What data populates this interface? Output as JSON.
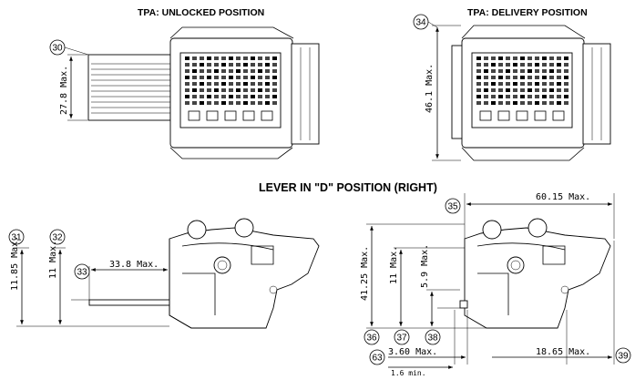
{
  "titles": {
    "unlocked": "TPA: UNLOCKED POSITION",
    "delivery": "TPA: DELIVERY POSITION",
    "lever": "LEVER IN \"D\" POSITION (RIGHT)"
  },
  "callouts": {
    "c30": "30",
    "c34": "34",
    "c31": "31",
    "c32": "32",
    "c33": "33",
    "c35": "35",
    "c36": "36",
    "c37": "37",
    "c38": "38",
    "c63": "63",
    "c39": "39"
  },
  "dimensions": {
    "d_27_8": "27.8 Max.",
    "d_46_1": "46.1 Max.",
    "d_11_85": "11.85 Max.",
    "d_11_left": "11 Max.",
    "d_33_8": "33.8 Max.",
    "d_60_15": "60.15 Max.",
    "d_41_25": "41.25 Max.",
    "d_11_right": "11 Max.",
    "d_5_9": "5.9 Max.",
    "d_3_60": "3.60 Max.",
    "d_1_6": "1.6 min.",
    "d_18_65": "18.65 Max."
  }
}
